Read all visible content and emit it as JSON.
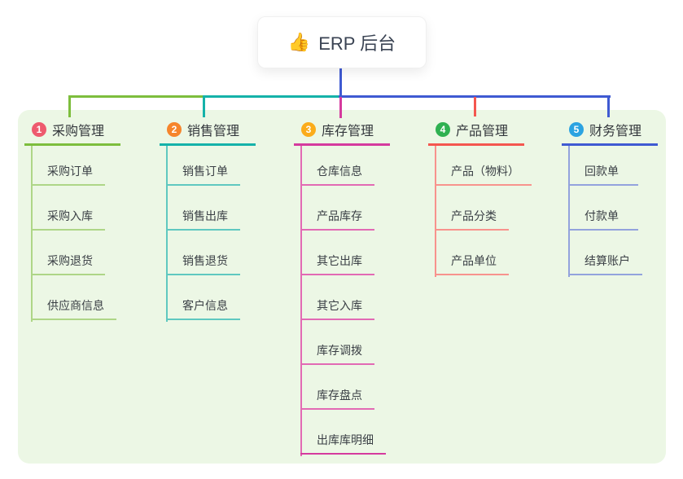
{
  "root": {
    "emoji": "👍",
    "title": "ERP 后台"
  },
  "canvas": {
    "background": "#ffffff",
    "panel_background": "#ecf7e5"
  },
  "branches": [
    {
      "num": "1",
      "label": "采购管理",
      "badge_color": "#ee5a6e",
      "line_color": "#7dbe3d",
      "child_line_color": "#aed687",
      "children": [
        "采购订单",
        "采购入库",
        "采购退货",
        "供应商信息"
      ]
    },
    {
      "num": "2",
      "label": "销售管理",
      "badge_color": "#f6852b",
      "line_color": "#15b2a9",
      "child_line_color": "#5fc8c0",
      "children": [
        "销售订单",
        "销售出库",
        "销售退货",
        "客户信息"
      ]
    },
    {
      "num": "3",
      "label": "库存管理",
      "badge_color": "#fbac1b",
      "line_color": "#d53a9e",
      "child_line_color": "#e26ab4",
      "strong_last_child_line": true,
      "children": [
        "仓库信息",
        "产品库存",
        "其它出库",
        "其它入库",
        "库存调拨",
        "库存盘点",
        "出库库明细"
      ]
    },
    {
      "num": "4",
      "label": "产品管理",
      "badge_color": "#2fb151",
      "line_color": "#f4564f",
      "child_line_color": "#f8938d",
      "children": [
        "产品（物料）",
        "产品分类",
        "产品单位"
      ]
    },
    {
      "num": "5",
      "label": "财务管理",
      "badge_color": "#2ba3e1",
      "line_color": "#3f5ad2",
      "child_line_color": "#93a3dd",
      "children": [
        "回款单",
        "付款单",
        "结算账户"
      ]
    }
  ]
}
